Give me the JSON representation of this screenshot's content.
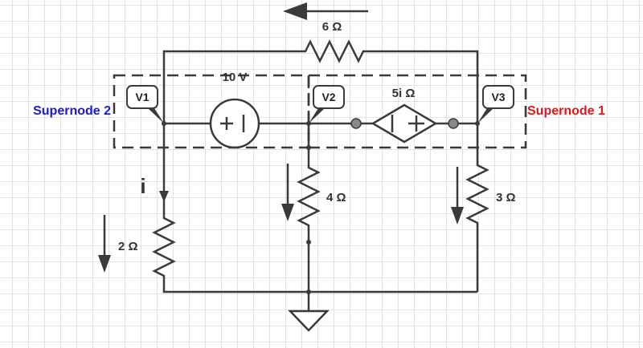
{
  "labels": {
    "r6": "6 Ω",
    "r4": "4 Ω",
    "r3": "3 Ω",
    "r2": "2 Ω",
    "v10": "10 V",
    "dep": "5i Ω",
    "current": "i",
    "supernode1": "Supernode 1",
    "supernode2": "Supernode 2"
  },
  "nodes": {
    "v1": "V1",
    "v2": "V2",
    "v3": "V3"
  },
  "colors": {
    "wire": "#3a3a3a",
    "supernode1": "#e8141a",
    "supernode2": "#1a1ad6",
    "connector": "#888888"
  }
}
